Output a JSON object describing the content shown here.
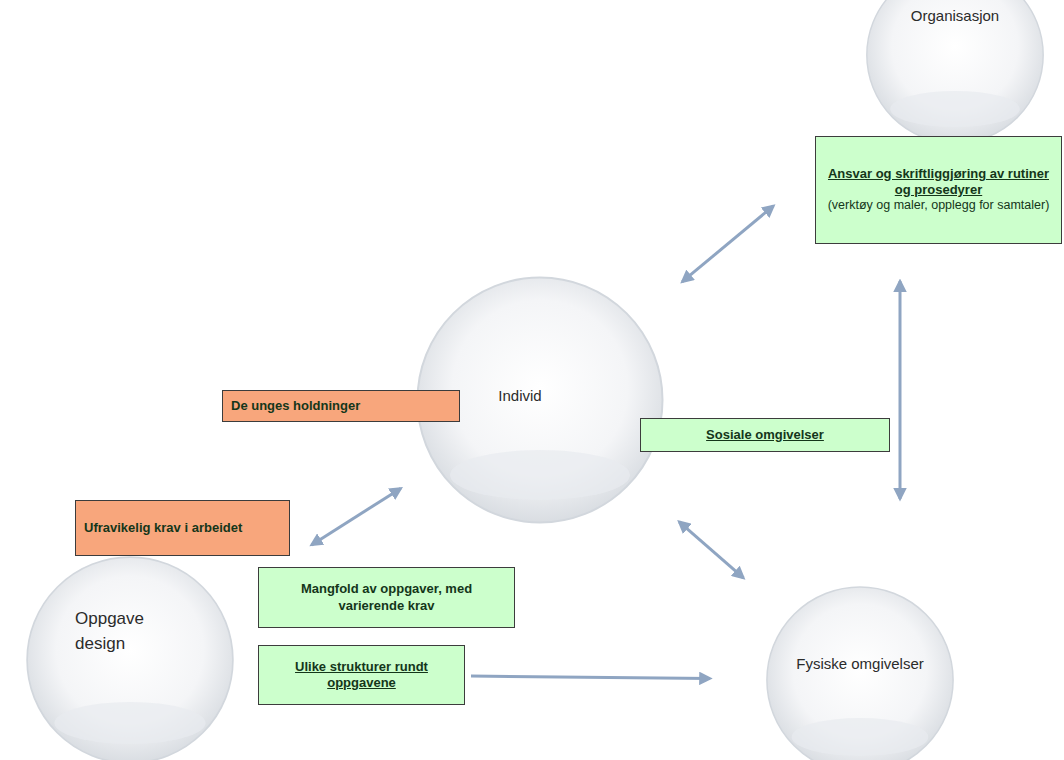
{
  "diagram": {
    "nodes": [
      {
        "text": [
          "Organisasjon"
        ]
      },
      {
        "text": [
          "Ansvar og skriftliggjøring av rutiner og prosedyrer",
          "(verktøy og maler, opplegg for samtaler)"
        ]
      },
      {
        "text": [
          "De unges holdninger"
        ]
      },
      {
        "text": [
          "Individ"
        ]
      },
      {
        "text": [
          "Sosiale omgivelser"
        ]
      },
      {
        "text": [
          "Ufravikelig krav i arbeidet"
        ]
      },
      {
        "text": [
          "Mangfold av oppgaver, med varierende krav"
        ]
      },
      {
        "text": [
          "Oppgave design"
        ]
      },
      {
        "text": [
          "Ulike strukturer rundt oppgavene"
        ]
      },
      {
        "text": [
          "Fysiske omgivelser"
        ]
      }
    ],
    "edges": [
      {
        "from": 3,
        "to": 0,
        "arrow": "both"
      },
      {
        "from": 0,
        "to": 9,
        "arrow": "both"
      },
      {
        "from": 3,
        "to": 7,
        "arrow": "both"
      },
      {
        "from": 3,
        "to": 9,
        "arrow": "both"
      },
      {
        "from": 8,
        "to": 9,
        "arrow": "to"
      }
    ]
  }
}
